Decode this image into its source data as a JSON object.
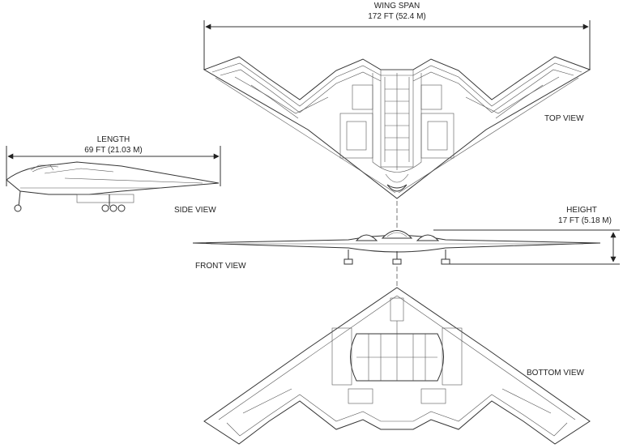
{
  "wingspan": {
    "title": "WING SPAN",
    "value": "172 FT (52.4 M)"
  },
  "length": {
    "title": "LENGTH",
    "value": "69 FT (21.03 M)"
  },
  "height": {
    "title": "HEIGHT",
    "value": "17 FT (5.18 M)"
  },
  "views": {
    "top": "TOP VIEW",
    "side": "SIDE VIEW",
    "front": "FRONT VIEW",
    "bottom": "BOTTOM VIEW"
  }
}
